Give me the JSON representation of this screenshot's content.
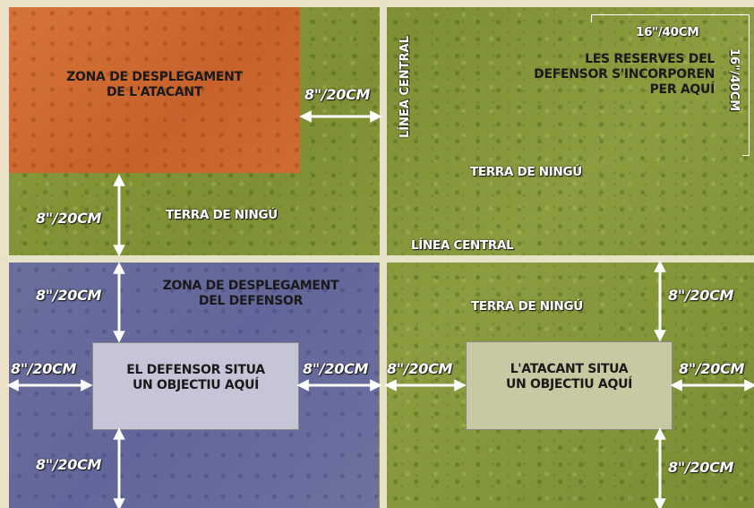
{
  "labels": {
    "attacker_zone": [
      "ZONA DE DESPLEGAMENT",
      "DE L'ATACANT"
    ],
    "defender_zone": [
      "ZONA DE DESPLEGAMENT",
      "DEL DEFENSOR"
    ],
    "no_mans_land": "TERRA DE NINGÚ",
    "center_line": "LÍNEA CENTRAL",
    "reserves": [
      "LES RESERVES DEL",
      "DEFENSOR S'INCORPOREN",
      "PER AQUÍ"
    ],
    "reserves_width": "16\"/40CM",
    "reserves_height": "16\"/40CM",
    "defender_objective": [
      "EL DEFENSOR SITUA",
      "UN OBJECTIU AQUÍ"
    ],
    "attacker_objective": [
      "L'ATACANT SITUA",
      "UN OBJECTIU AQUÍ"
    ],
    "distance": "8\"/20CM"
  },
  "colors": {
    "attacker_zone": "#c8622c",
    "defender_zone": "#62669a",
    "no_mans_land": "#7f9034",
    "center_line": "#e6e2c8",
    "defender_objective_box": "#c6c4d7",
    "attacker_objective_box": "#c8c8a2",
    "arrow": "#ffffff"
  }
}
